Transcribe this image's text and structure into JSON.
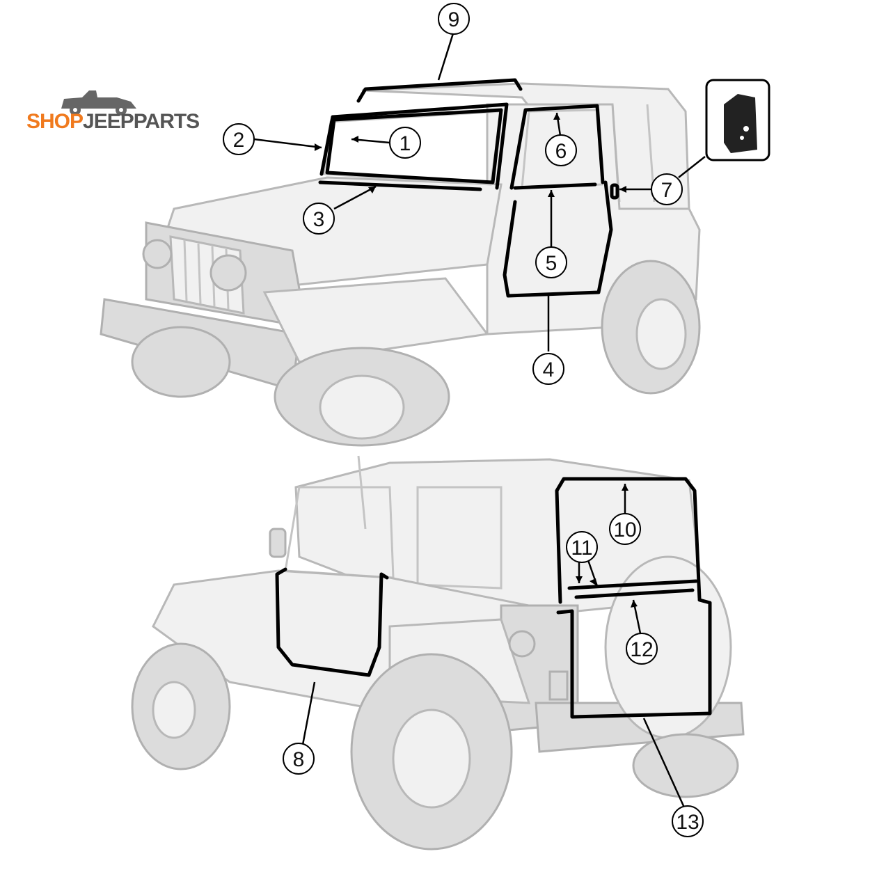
{
  "brand": {
    "logo_part1": "SHOP",
    "logo_part2": "JEEPPARTS",
    "colors": {
      "orange": "#f07a1e",
      "gray": "#555555"
    }
  },
  "callouts": [
    "1",
    "2",
    "3",
    "4",
    "5",
    "6",
    "7",
    "8",
    "9",
    "10",
    "11",
    "12",
    "13"
  ],
  "icons": {
    "logo": "jeep-silhouette-icon",
    "inset": "bracket-part-icon"
  }
}
